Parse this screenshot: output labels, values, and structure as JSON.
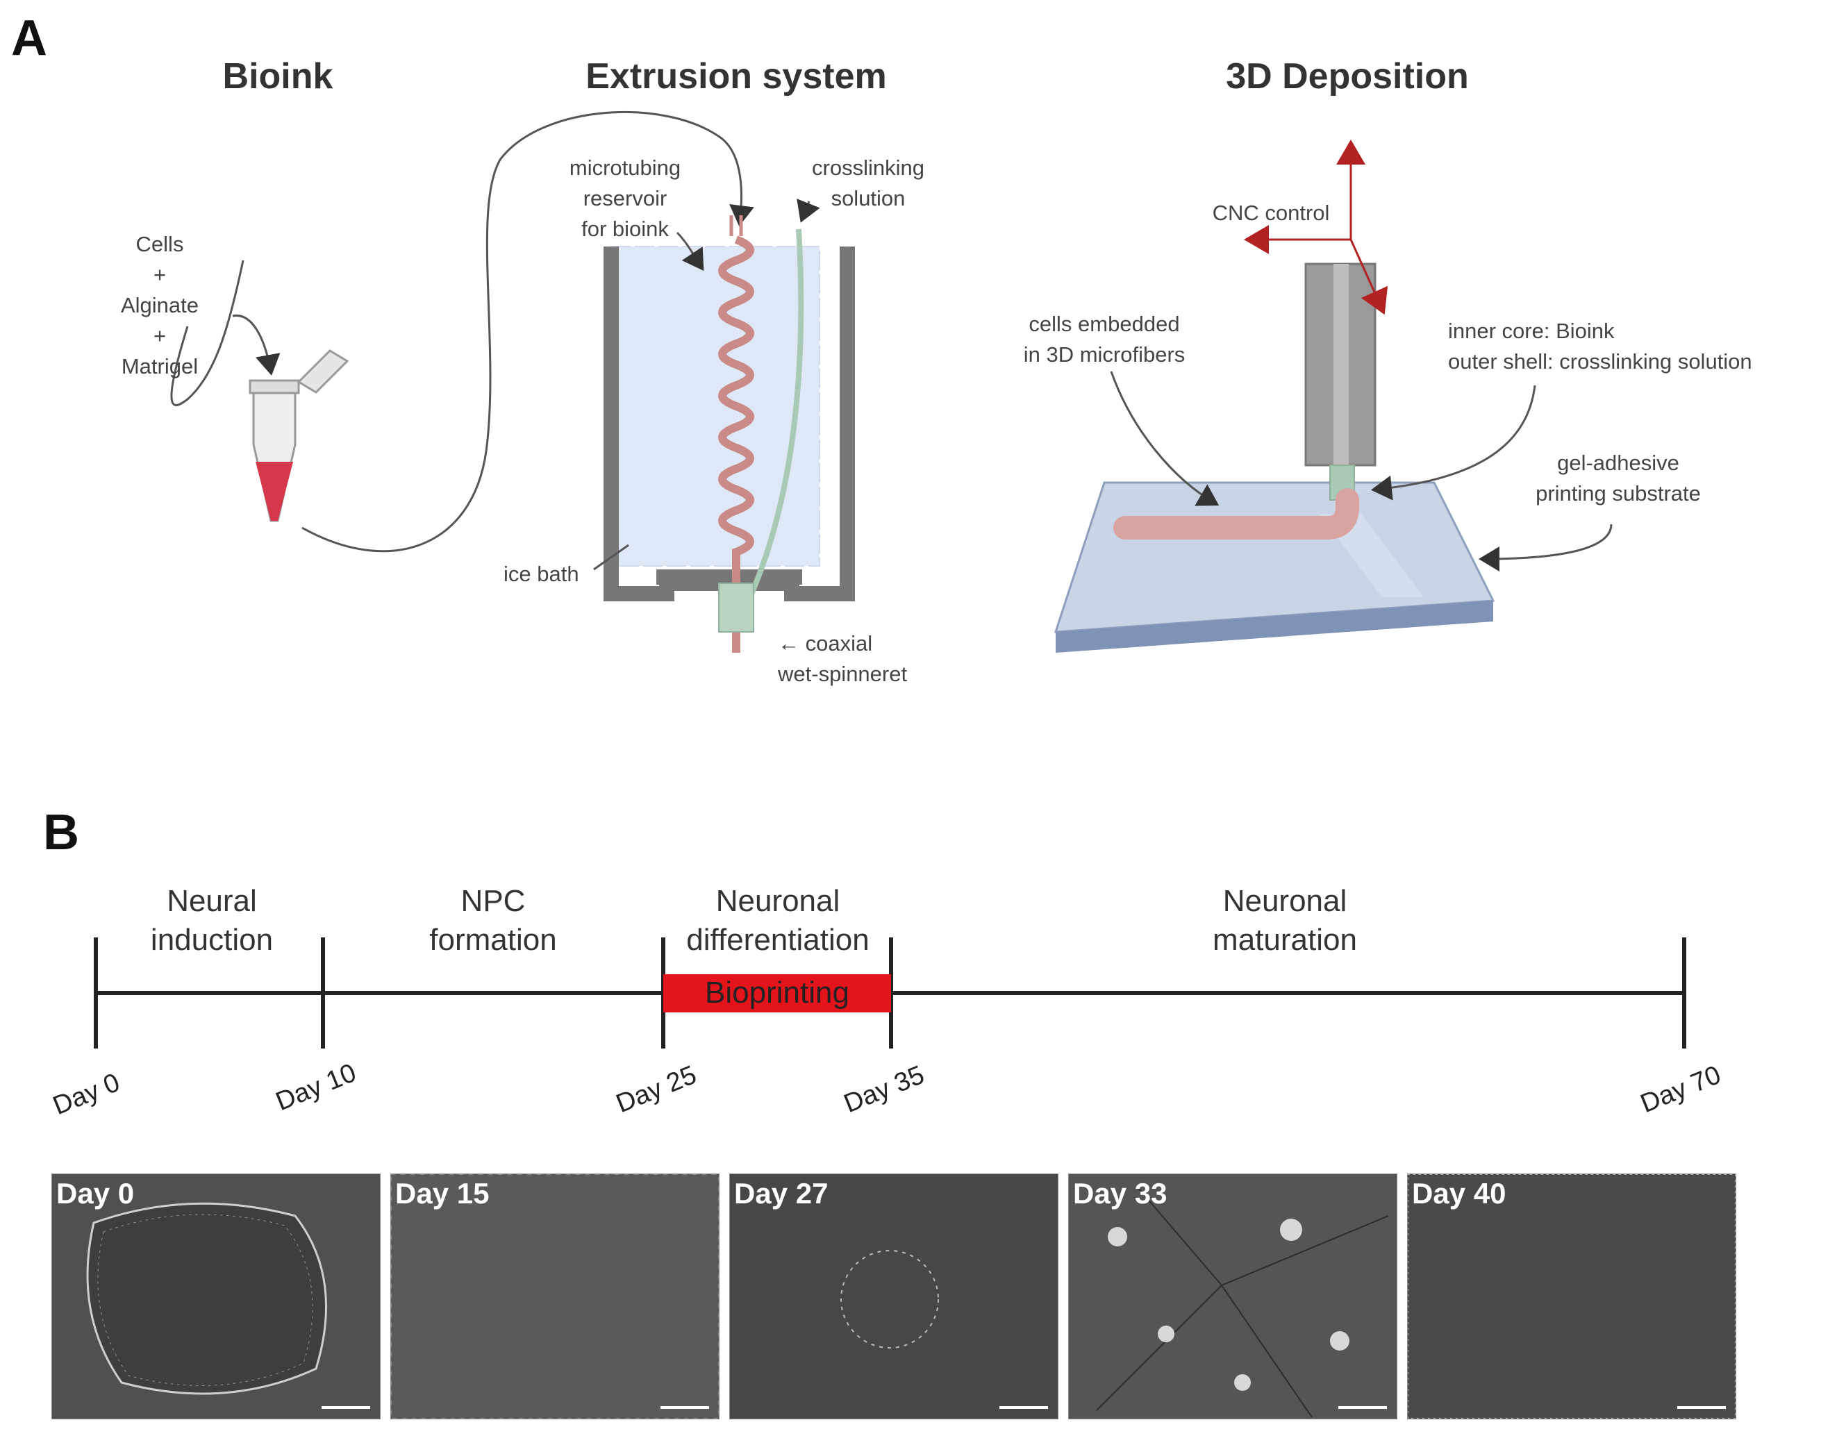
{
  "panelA": {
    "letter": "A",
    "sections": {
      "bioink": "Bioink",
      "extrusion": "Extrusion system",
      "deposition": "3D Deposition"
    },
    "bioink_recipe": [
      "Cells",
      "+",
      "Alginate",
      "+",
      "Matrigel"
    ],
    "extrusion_labels": {
      "microtubing": [
        "microtubing",
        "reservoir",
        "for bioink"
      ],
      "crosslinking": [
        "crosslinking",
        "solution"
      ],
      "ice_bath": "ice bath",
      "coaxial": [
        "← coaxial",
        "wet-spinneret"
      ]
    },
    "deposition_labels": {
      "cnc": "CNC control",
      "cells_embedded": [
        "cells embedded",
        "in 3D microfibers"
      ],
      "core_shell": [
        "inner core: Bioink",
        "outer shell: crosslinking solution"
      ],
      "substrate": [
        "gel-adhesive",
        "printing substrate"
      ]
    },
    "colors": {
      "bioink": "#d8a3a0",
      "ice": "#dfe8f7",
      "substrate": "#c9d4e6",
      "cnc_arrow": "#b22222",
      "nozzle": "#9a9a9a",
      "crosslink": "#a8c9b4"
    }
  },
  "panelB": {
    "letter": "B",
    "phases": [
      {
        "line1": "Neural",
        "line2": "induction"
      },
      {
        "line1": "NPC",
        "line2": "formation"
      },
      {
        "line1": "Neuronal",
        "line2": "differentiation"
      },
      {
        "line1": "Neuronal",
        "line2": "maturation"
      }
    ],
    "bioprinting_label": "Bioprinting",
    "bioprinting_color": "#e4141c",
    "days": [
      "Day 0",
      "Day 10",
      "Day 25",
      "Day 35",
      "Day 70"
    ],
    "micrographs": [
      "Day 0",
      "Day 15",
      "Day 27",
      "Day 33",
      "Day 40"
    ]
  }
}
